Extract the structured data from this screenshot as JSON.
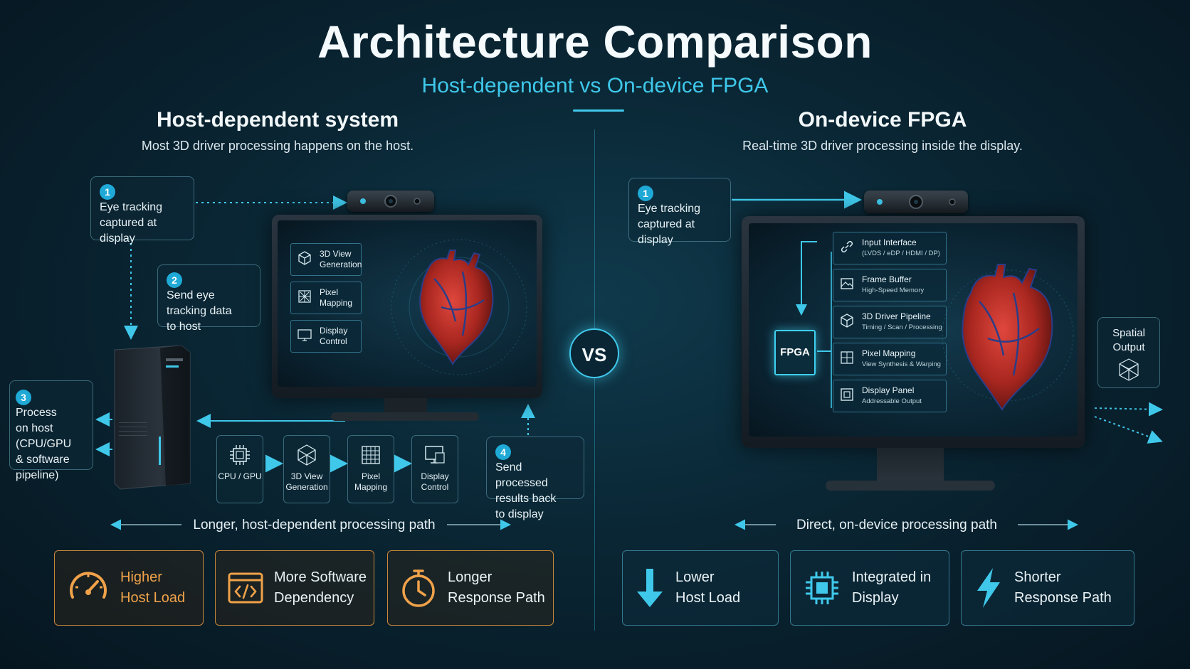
{
  "header": {
    "title": "Architecture Comparison",
    "subtitle": "Host-dependent vs On-device FPGA"
  },
  "left": {
    "title": "Host-dependent system",
    "description": "Most 3D driver processing happens on the host.",
    "callouts": [
      {
        "num": "1",
        "text": "Eye tracking captured at display"
      },
      {
        "num": "2",
        "text": "Send eye tracking data to host"
      },
      {
        "num": "3",
        "text": "Process on host (CPU/GPU & software pipeline)"
      },
      {
        "num": "4",
        "text": "Send processed results back to display"
      }
    ],
    "screen_items": [
      {
        "label": "3D View Generation",
        "icon": "cube-icon"
      },
      {
        "label": "Pixel Mapping",
        "icon": "grid-icon"
      },
      {
        "label": "Display Control",
        "icon": "monitor-icon"
      }
    ],
    "pipeline": [
      {
        "label": "CPU / GPU",
        "icon": "chip-icon"
      },
      {
        "label": "3D View Generation",
        "icon": "cube-icon"
      },
      {
        "label": "Pixel Mapping",
        "icon": "grid-icon"
      },
      {
        "label": "Display Control",
        "icon": "monitor-icon"
      }
    ],
    "path_label": "Longer, host-dependent processing path",
    "badges": [
      {
        "line1": "Higher",
        "line2": "Host Load",
        "icon": "gauge-icon"
      },
      {
        "line1": "More Software",
        "line2": "Dependency",
        "icon": "code-window-icon"
      },
      {
        "line1": "Longer",
        "line2": "Response Path",
        "icon": "stopwatch-icon"
      }
    ]
  },
  "vs_label": "VS",
  "right": {
    "title": "On-device FPGA",
    "description": "Real-time 3D driver processing inside the display.",
    "callout": {
      "num": "1",
      "text": "Eye tracking captured at display"
    },
    "fpga_label": "FPGA",
    "screen_items": [
      {
        "label": "Input Interface",
        "sub": "(LVDS / eDP / HDMI / DP)",
        "icon": "link-icon"
      },
      {
        "label": "Frame Buffer",
        "sub": "High-Speed Memory",
        "icon": "image-icon"
      },
      {
        "label": "3D Driver Pipeline",
        "sub": "Timing / Scan / Processing",
        "icon": "cube-icon"
      },
      {
        "label": "Pixel Mapping",
        "sub": "View Synthesis & Warping",
        "icon": "grid-icon"
      },
      {
        "label": "Display Panel",
        "sub": "Addressable Output",
        "icon": "panel-icon"
      }
    ],
    "spatial_output": "Spatial Output",
    "path_label": "Direct, on-device processing path",
    "badges": [
      {
        "line1": "Lower",
        "line2": "Host Load",
        "icon": "arrow-down-icon"
      },
      {
        "line1": "Integrated in",
        "line2": "Display",
        "icon": "chip-icon"
      },
      {
        "line1": "Shorter",
        "line2": "Response Path",
        "icon": "lightning-icon"
      }
    ]
  },
  "colors": {
    "accent": "#3fc8ea",
    "warning": "#f0a24a",
    "background": "#0a2634"
  }
}
